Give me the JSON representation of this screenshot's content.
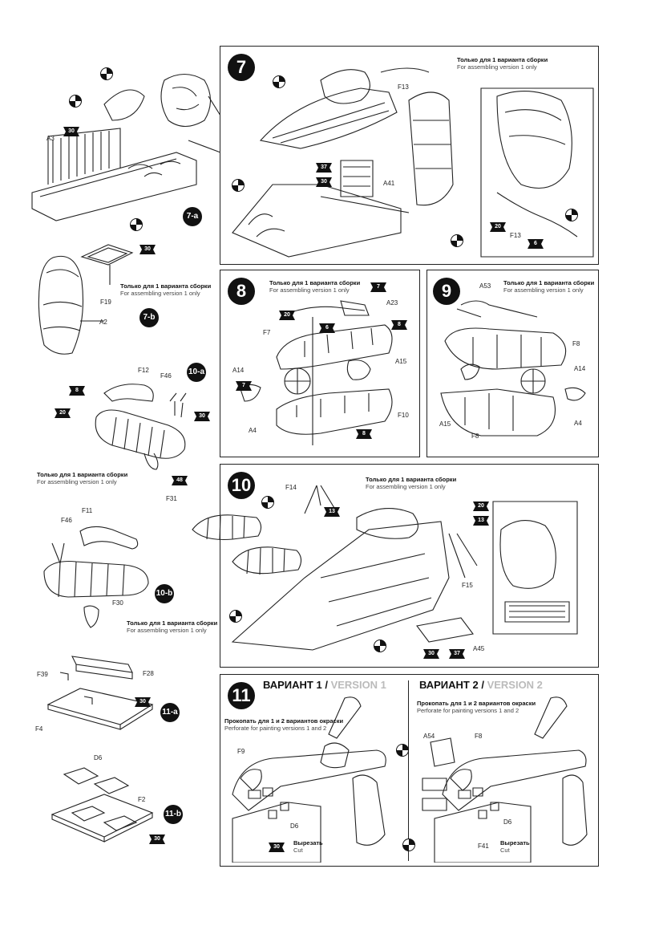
{
  "steps": {
    "s7": "7",
    "s8": "8",
    "s9": "9",
    "s10": "10",
    "s11": "11",
    "s7a": "7-a",
    "s7b": "7-b",
    "s10a": "10-a",
    "s10b": "10-b",
    "s11a": "11-a",
    "s11b": "11-b"
  },
  "notes": {
    "v1_ru": "Только для 1 варианта сборки",
    "v1_en": "For assembling version 1 only",
    "perf_ru": "Прокопать для 1 и 2 вариантов окраски",
    "perf_en": "Perforate for painting versions 1 and 2",
    "cut_ru": "Вырезать",
    "cut_en": "Cut"
  },
  "variants": {
    "v1_ru": "ВАРИАНТ 1 /",
    "v1_en": "VERSION 1",
    "v2_ru": "ВАРИАНТ 2 /",
    "v2_en": "VERSION 2"
  },
  "parts": {
    "A3": "A3",
    "F19": "F19",
    "A2": "A2",
    "F12": "F12",
    "F46": "F46",
    "F31": "F31",
    "F11": "F11",
    "F30": "F30",
    "F39": "F39",
    "F28": "F28",
    "F4": "F4",
    "D6": "D6",
    "F2": "F2",
    "F13": "F13",
    "A41": "A41",
    "A23": "A23",
    "F7": "F7",
    "A14": "A14",
    "A15": "A15",
    "A4": "A4",
    "F10": "F10",
    "A53": "A53",
    "F8": "F8",
    "F14": "F14",
    "F15": "F15",
    "A45": "A45",
    "F9": "F9",
    "A54": "A54",
    "F41": "F41"
  },
  "paints": {
    "p30": "30",
    "p8": "8",
    "p20": "20",
    "p48": "48",
    "p37": "37",
    "p6": "6",
    "p7": "7",
    "p13": "13"
  },
  "icons": {
    "step": "step-number-badge",
    "paint": "paint-number-flag-icon",
    "glue": "glue-checker-icon"
  }
}
